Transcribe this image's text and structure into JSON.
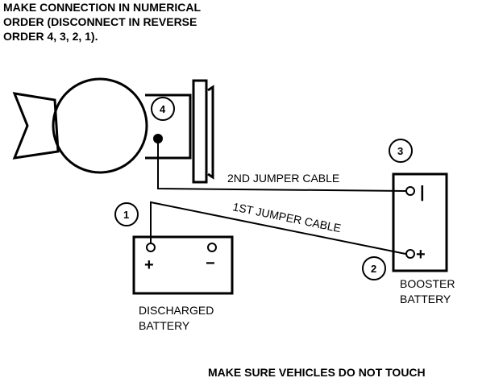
{
  "header": {
    "lines": [
      "MAKE CONNECTION IN NUMERICAL",
      "ORDER (DISCONNECT IN REVERSE",
      "ORDER 4, 3, 2, 1)."
    ]
  },
  "cables": {
    "second": "2ND JUMPER CABLE",
    "first": "1ST JUMPER CABLE"
  },
  "steps": [
    "1",
    "2",
    "3",
    "4"
  ],
  "discharged_battery": {
    "label_line1": "DISCHARGED",
    "label_line2": "BATTERY",
    "positive": "+",
    "negative": "−"
  },
  "booster_battery": {
    "label_line1": "BOOSTER",
    "label_line2": "BATTERY",
    "positive": "+",
    "negative": "|"
  },
  "footer": {
    "warning": "MAKE SURE VEHICLES DO NOT TOUCH"
  }
}
